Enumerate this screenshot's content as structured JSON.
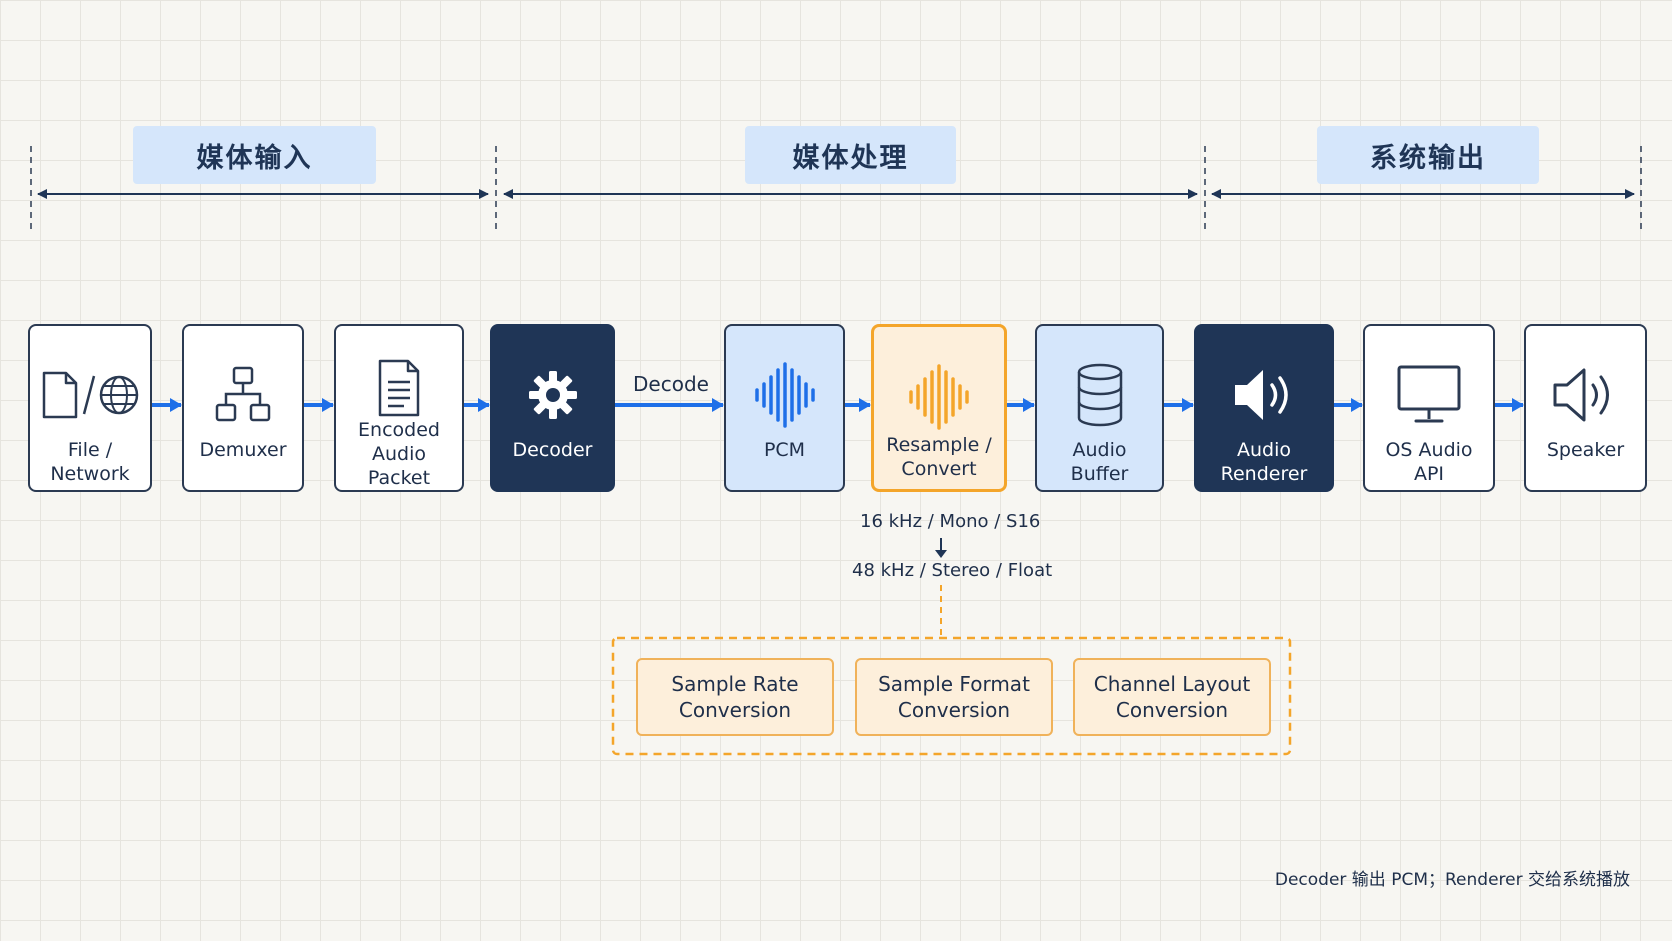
{
  "phases": [
    {
      "label": "媒体输入"
    },
    {
      "label": "媒体处理"
    },
    {
      "label": "系统输出"
    }
  ],
  "nodes": {
    "file": {
      "label": "File / Network",
      "icons": [
        "file-icon",
        "globe-icon"
      ]
    },
    "demuxer": {
      "label": "Demuxer",
      "icon": "hierarchy-icon"
    },
    "packet": {
      "label": "Encoded\nAudio Packet",
      "icon": "document-icon"
    },
    "decoder": {
      "label": "Decoder",
      "icon": "gear-icon"
    },
    "pcm": {
      "label": "PCM",
      "icon": "waveform-icon"
    },
    "resample": {
      "label": "Resample /\nConvert",
      "icon": "waveform-icon"
    },
    "buffer": {
      "label": "Audio Buffer",
      "icon": "database-icon"
    },
    "renderer": {
      "label": "Audio Renderer",
      "icon": "speaker-icon"
    },
    "osapi": {
      "label": "OS Audio API",
      "icon": "monitor-icon"
    },
    "speaker": {
      "label": "Speaker",
      "icon": "speaker-outline-icon"
    }
  },
  "flow": {
    "decode_label": "Decode"
  },
  "conversion": {
    "from": "16 kHz / Mono / S16",
    "to": "48 kHz / Stereo / Float"
  },
  "sub_steps": [
    {
      "label": "Sample Rate\nConversion"
    },
    {
      "label": "Sample Format\nConversion"
    },
    {
      "label": "Channel Layout\nConversion"
    }
  ],
  "caption": "Decoder 输出 PCM；Renderer 交给系统播放",
  "colors": {
    "navy": "#1f3556",
    "arrow_blue": "#1e6fe8",
    "light_blue": "#d5e6fb",
    "orange": "#f4a52a",
    "orange_fill": "#fdefdb"
  }
}
